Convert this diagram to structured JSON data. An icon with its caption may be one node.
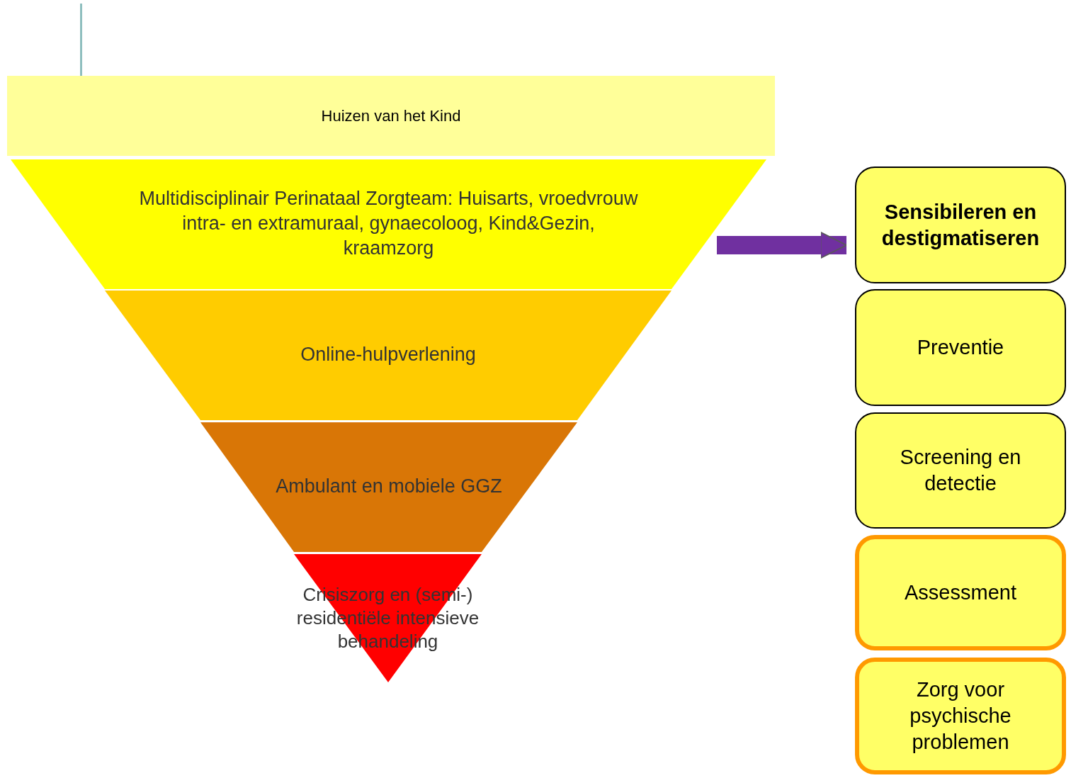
{
  "diagram": {
    "nodes": [
      {
        "text": [
          "Huizen van het Kind"
        ]
      },
      {
        "text": [
          "Multidisciplinair Perinataal Zorgteam: Huisarts, vroedvrouw intra- en extramuraal, gynaecoloog, Kind&Gezin, kraamzorg"
        ]
      },
      {
        "text": [
          "Online-hulpverlening"
        ]
      },
      {
        "text": [
          "Ambulant en mobiele GGZ"
        ]
      },
      {
        "text": [
          "Crisiszorg en (semi-) residentiële intensieve behandeling"
        ]
      },
      {
        "text": [
          "Sensibileren en destigmatiseren"
        ]
      },
      {
        "text": [
          "Preventie"
        ]
      },
      {
        "text": [
          "Screening en detectie"
        ]
      },
      {
        "text": [
          "Assessment"
        ]
      },
      {
        "text": [
          "Zorg voor psychische problemen"
        ]
      }
    ],
    "edges": [
      {
        "from": 1,
        "to": 5,
        "arrow": "to"
      }
    ]
  }
}
